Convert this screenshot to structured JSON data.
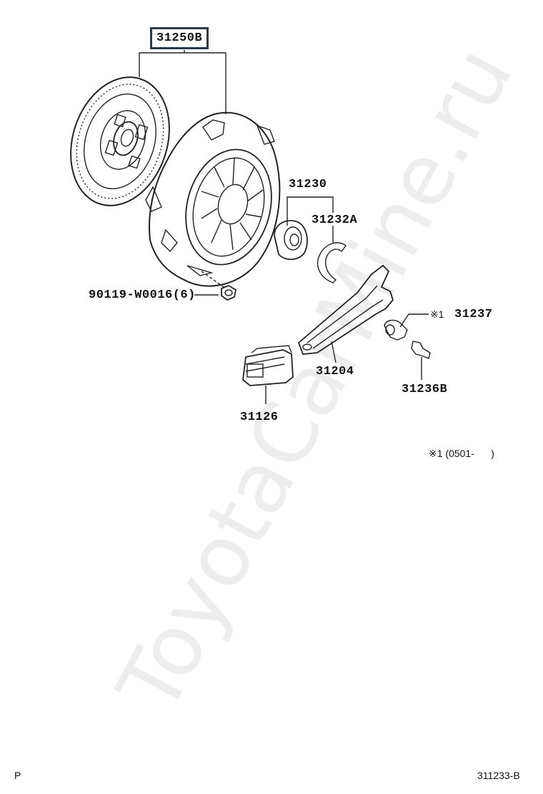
{
  "diagram": {
    "labels": {
      "assembly": "31250B",
      "bolt": "90119-W0016(6)",
      "release_bearing_assy": "31230",
      "clip": "31232A",
      "release_fork": "31204",
      "boot": "31126",
      "support": "31237",
      "support_marker": "※1",
      "ball_stud": "31236B"
    },
    "footnote": "※1 (0501-      )",
    "footer_left": "P",
    "footer_right": "311233-B",
    "watermark": "ToyotaCarMine.ru"
  }
}
